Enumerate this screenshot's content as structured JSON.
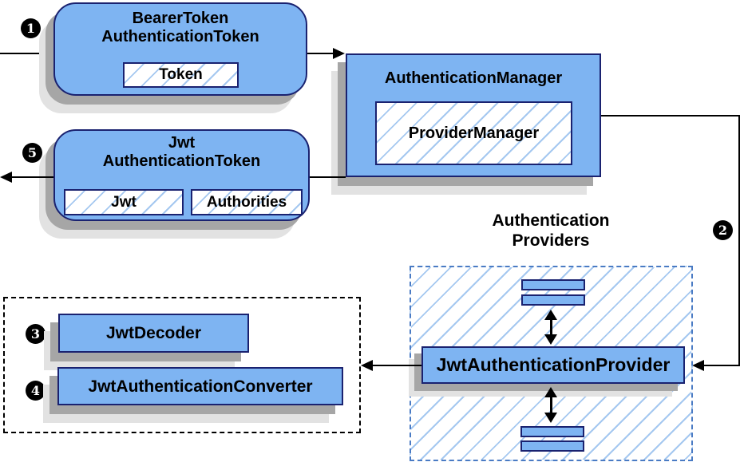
{
  "colors": {
    "node_fill": "#7EB4F2",
    "node_border": "#1A2270",
    "hatch_line": "#A5C8F0",
    "providers_dash_border": "#4A7BC4",
    "converter_dash_border": "#000000",
    "arrow": "#000000",
    "shadow_dark": "#A6A6A6",
    "shadow_light": "#E2E2E2",
    "badge_bg": "#000000",
    "badge_text": "#FFFFFF"
  },
  "steps": {
    "one": "1",
    "two": "2",
    "three": "3",
    "four": "4",
    "five": "5"
  },
  "bearer_token_node": {
    "line1": "BearerToken",
    "line2": "AuthenticationToken",
    "token_label": "Token"
  },
  "authentication_manager_node": {
    "title": "AuthenticationManager",
    "provider_manager_label": "ProviderManager"
  },
  "jwt_authentication_token_node": {
    "line1": "Jwt",
    "line2": "AuthenticationToken",
    "jwt_label": "Jwt",
    "authorities_label": "Authorities"
  },
  "authentication_providers_group": {
    "label_line1": "Authentication",
    "label_line2": "Providers"
  },
  "jwt_authentication_provider_label": "JwtAuthenticationProvider",
  "jwt_decoder_label": "JwtDecoder",
  "jwt_authentication_converter_label": "JwtAuthenticationConverter"
}
